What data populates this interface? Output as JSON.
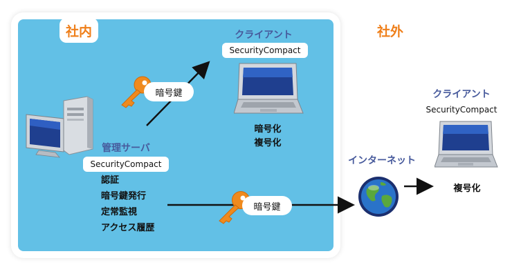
{
  "zones": {
    "internal_label": "社内",
    "external_label": "社外"
  },
  "server": {
    "title": "管理サーバ",
    "product": "SecurityCompact",
    "features": [
      "認証",
      "暗号鍵発行",
      "定常監視",
      "アクセス履歴"
    ]
  },
  "client_internal": {
    "title": "クライアント",
    "product": "SecurityCompact",
    "captions": [
      "暗号化",
      "複号化"
    ]
  },
  "client_external": {
    "title": "クライアント",
    "product": "SecurityCompact",
    "caption": "複号化"
  },
  "internet": {
    "label": "インターネット"
  },
  "keys": {
    "upper_label": "暗号鍵",
    "lower_label": "暗号鍵"
  },
  "colors": {
    "zone_fill": "#62c0e6",
    "accent_orange": "#ef7f1a",
    "title_blue": "#475a9c"
  }
}
